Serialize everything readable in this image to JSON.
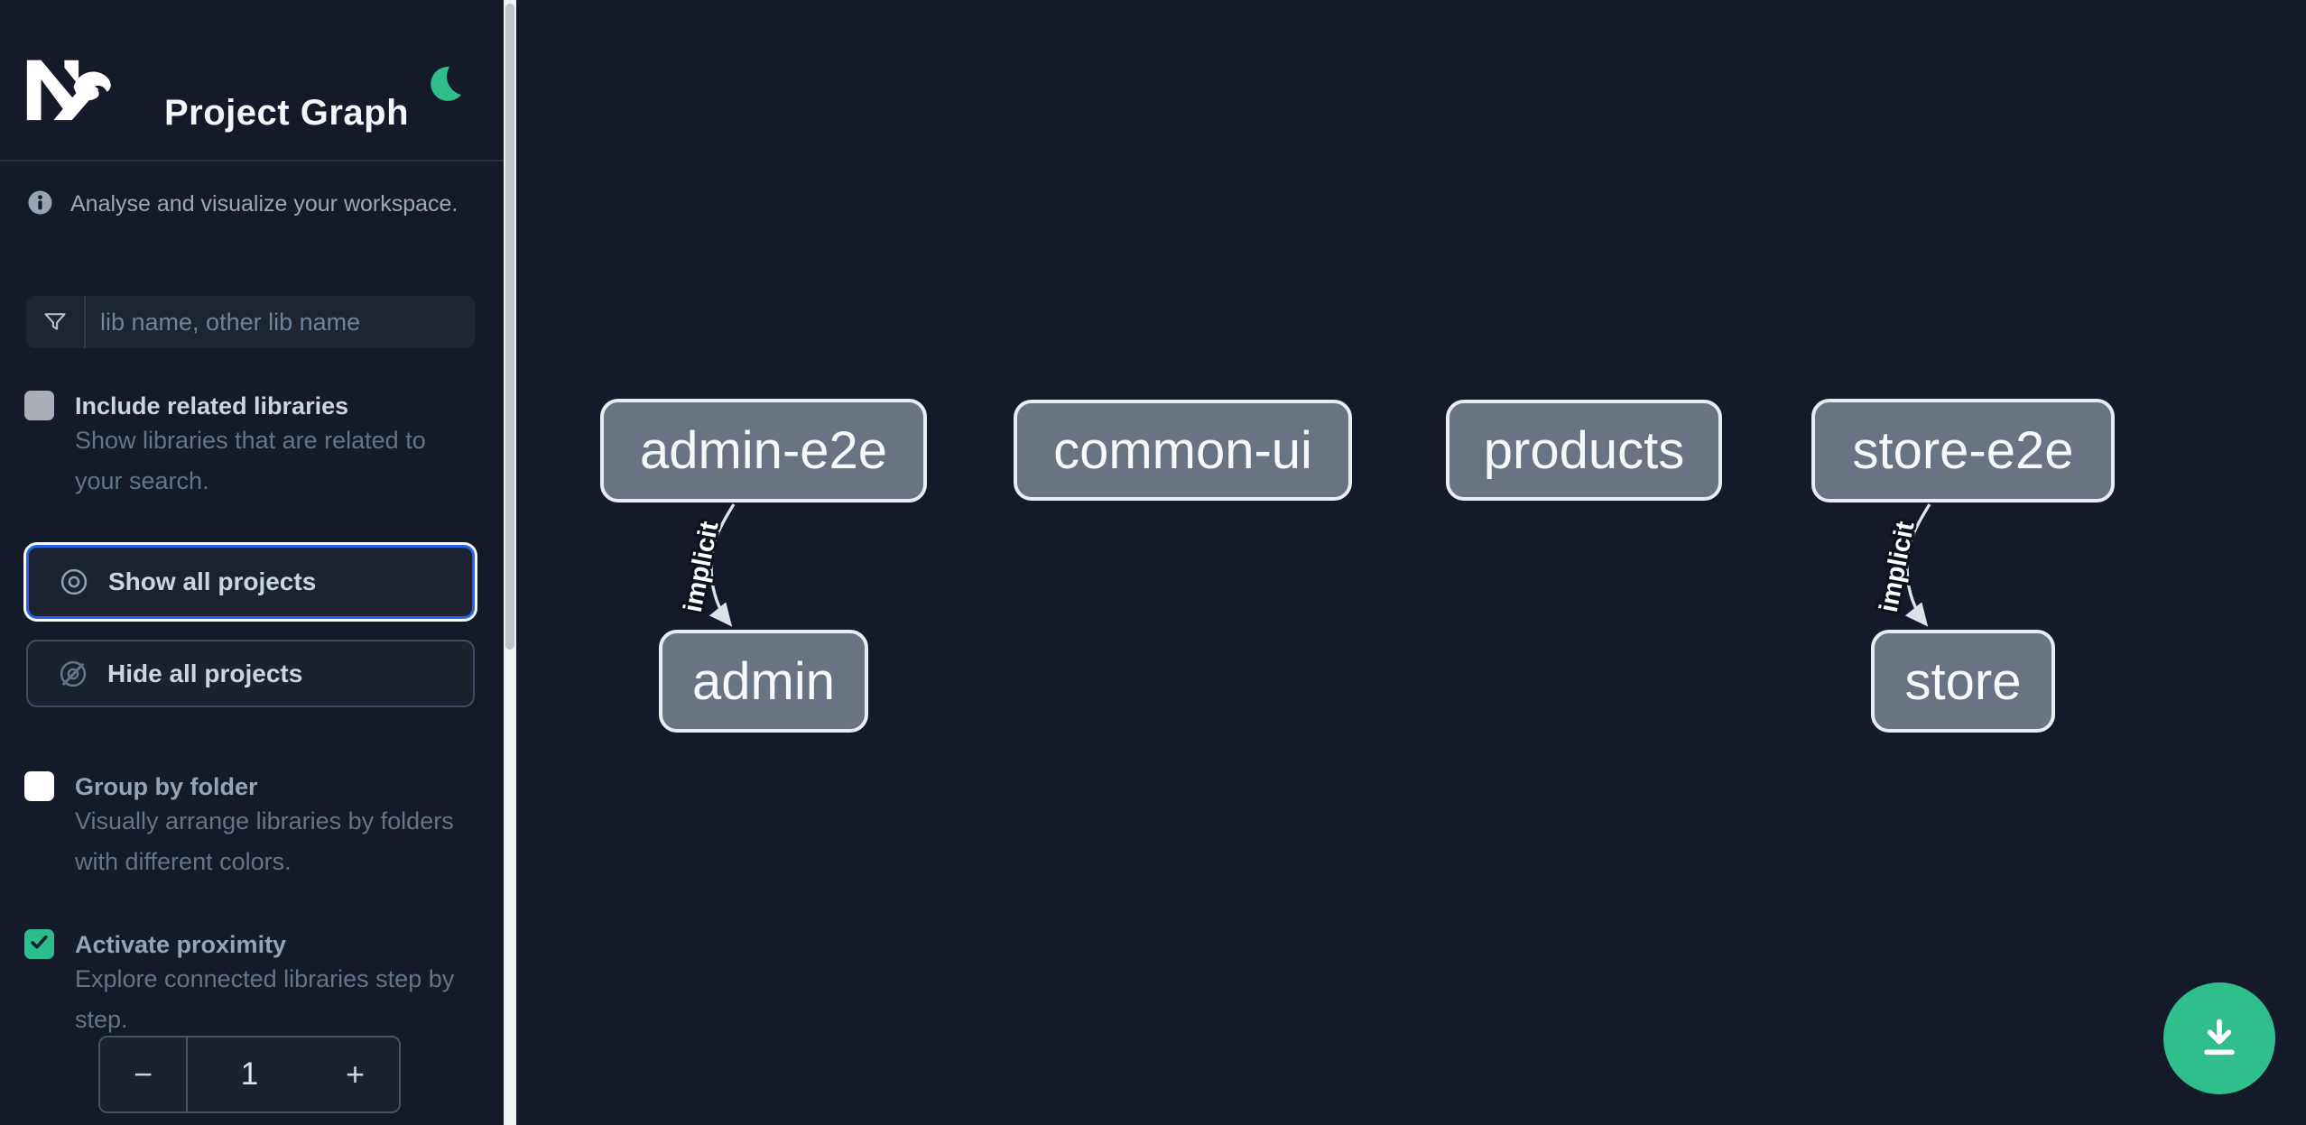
{
  "header": {
    "title": "Project Graph",
    "theme_icon": "moon-icon"
  },
  "sidebar": {
    "tagline": "Analyse and visualize your workspace.",
    "filter": {
      "placeholder": "lib name, other lib name",
      "value": ""
    },
    "checkboxes": [
      {
        "id": "include-related-libraries",
        "label": "Include related libraries",
        "description": "Show libraries that are related to your search.",
        "checked": false
      },
      {
        "id": "group-by-folder",
        "label": "Group by folder",
        "description": "Visually arrange libraries by folders with different colors.",
        "checked": false
      },
      {
        "id": "activate-proximity",
        "label": "Activate proximity",
        "description": "Explore connected libraries step by step.",
        "checked": true
      }
    ],
    "buttons": {
      "show_all": "Show all projects",
      "hide_all": "Hide all projects"
    },
    "stepper": {
      "decrement": "−",
      "value": "1",
      "increment": "+"
    }
  },
  "graph": {
    "nodes": [
      {
        "label": "admin-e2e"
      },
      {
        "label": "common-ui"
      },
      {
        "label": "products"
      },
      {
        "label": "store-e2e"
      },
      {
        "label": "admin"
      },
      {
        "label": "store"
      }
    ],
    "edges": [
      {
        "from": "admin-e2e",
        "to": "admin",
        "label": "implicit"
      },
      {
        "from": "store-e2e",
        "to": "store",
        "label": "implicit"
      }
    ]
  },
  "colors": {
    "background": "#141a29",
    "accent_blue": "#2563eb",
    "accent_green": "#2fbe8c",
    "node_fill": "#6a7383",
    "node_border": "#e9edf3",
    "muted_text": "#64748b"
  }
}
